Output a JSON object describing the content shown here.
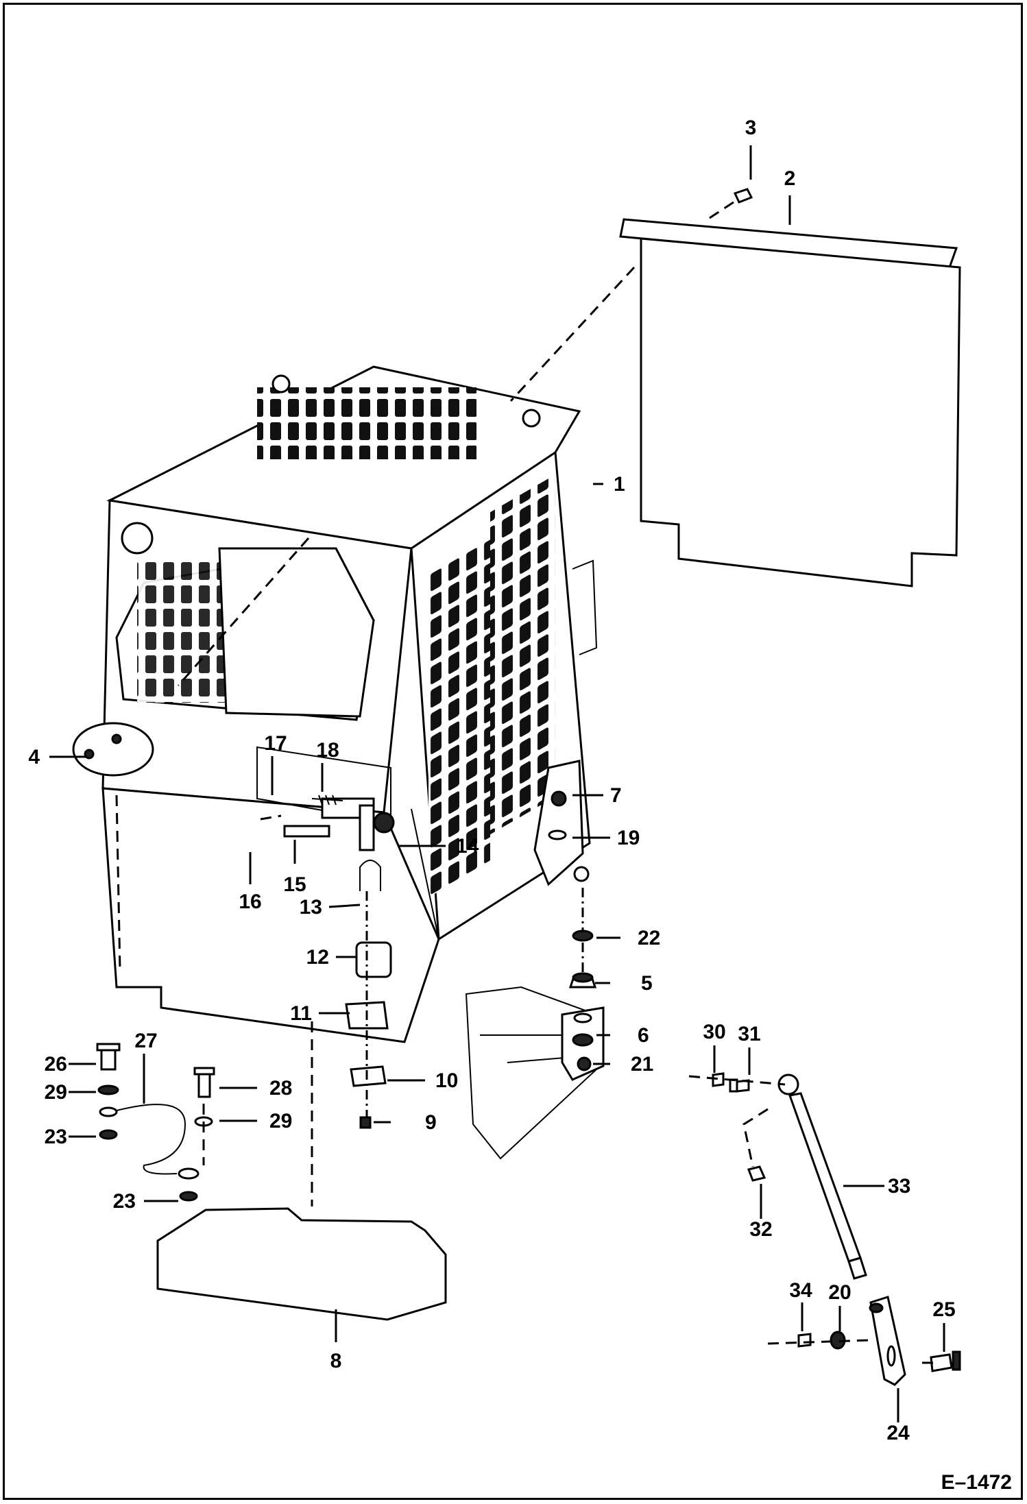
{
  "drawing_id": "E–1472",
  "callouts": [
    "1",
    "2",
    "3",
    "4",
    "5",
    "6",
    "7",
    "8",
    "9",
    "10",
    "11",
    "12",
    "13",
    "14",
    "15",
    "16",
    "17",
    "18",
    "19",
    "20",
    "21",
    "22",
    "23",
    "23",
    "24",
    "25",
    "26",
    "27",
    "28",
    "29",
    "29",
    "30",
    "31",
    "32",
    "33",
    "34"
  ]
}
